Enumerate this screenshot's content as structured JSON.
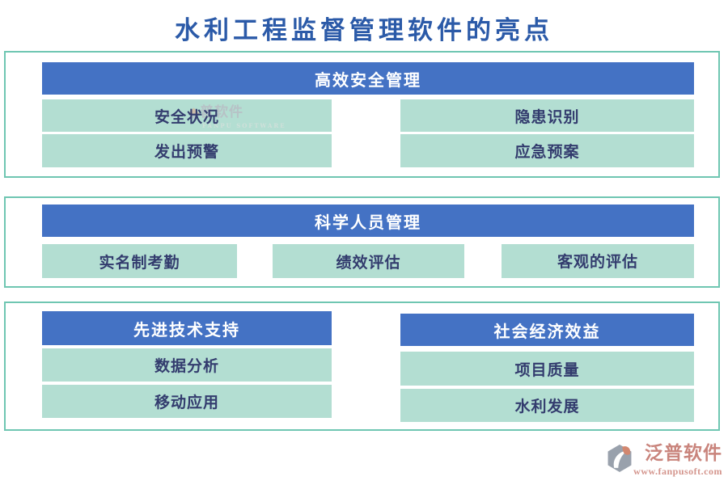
{
  "page": {
    "title": "水利工程监督管理软件的亮点"
  },
  "sections": [
    {
      "header": "高效安全管理",
      "items": [
        "安全状况",
        "隐患识别",
        "发出预警",
        "应急预案"
      ]
    },
    {
      "header": "科学人员管理",
      "items": [
        "实名制考勤",
        "绩效评估",
        "客观的评估"
      ]
    },
    {
      "header": "先进技术支持",
      "items": [
        "数据分析",
        "移动应用"
      ]
    },
    {
      "header": "社会经济效益",
      "items": [
        "项目质量",
        "水利发展"
      ]
    }
  ],
  "watermark": {
    "text": "普软件",
    "subtext": "FANPU SOFTWARE"
  },
  "footer": {
    "brand": "泛普软件",
    "url": "www.fanpusoft.com"
  },
  "colors": {
    "header_blue": "#4472C4",
    "item_mint": "#B3DED2",
    "panel_border": "#6FC6B2",
    "title_blue": "#2B5AA8",
    "item_text": "#333C6E",
    "logo_rose": "#C9847C"
  }
}
